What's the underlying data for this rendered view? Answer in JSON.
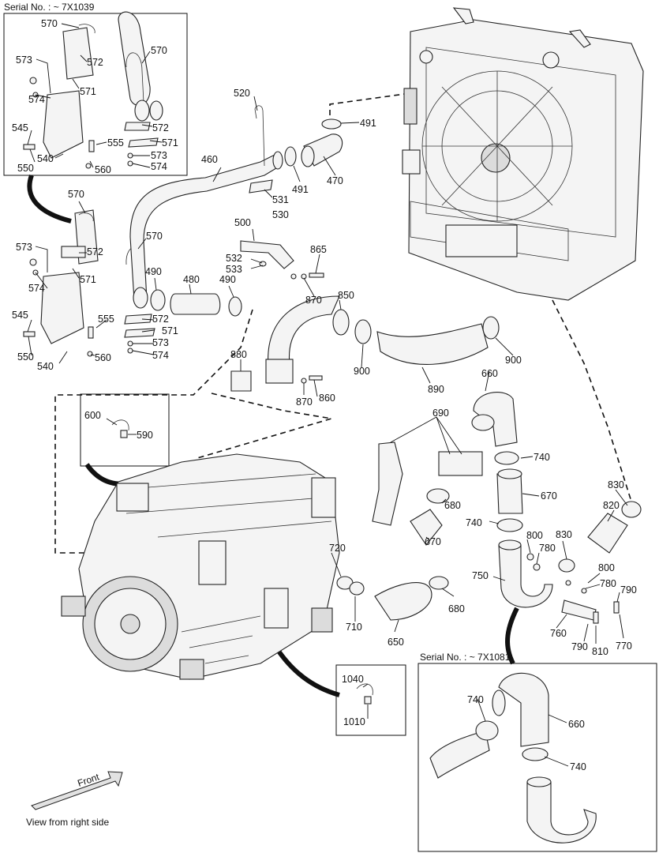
{
  "insets": {
    "top_left_serial": "Serial No. : ~ 7X1039",
    "bottom_right_serial": "Serial No. : ~ 7X1081"
  },
  "footer": {
    "front_label": "Front",
    "view_caption": "View from right side"
  },
  "part_numbers": [
    {
      "id": "p570a",
      "text": "570"
    },
    {
      "id": "p573a",
      "text": "573"
    },
    {
      "id": "p572a",
      "text": "572"
    },
    {
      "id": "p574a",
      "text": "574"
    },
    {
      "id": "p571a",
      "text": "571"
    },
    {
      "id": "p570b",
      "text": "570"
    },
    {
      "id": "p572b",
      "text": "572"
    },
    {
      "id": "p545a",
      "text": "545"
    },
    {
      "id": "p555a",
      "text": "555"
    },
    {
      "id": "p571b",
      "text": "571"
    },
    {
      "id": "p573b",
      "text": "573"
    },
    {
      "id": "p550a",
      "text": "550"
    },
    {
      "id": "p540a",
      "text": "540"
    },
    {
      "id": "p560a",
      "text": "560"
    },
    {
      "id": "p574b",
      "text": "574"
    },
    {
      "id": "p520",
      "text": "520"
    },
    {
      "id": "p491a",
      "text": "491"
    },
    {
      "id": "p460",
      "text": "460"
    },
    {
      "id": "p491b",
      "text": "491"
    },
    {
      "id": "p470",
      "text": "470"
    },
    {
      "id": "p531",
      "text": "531"
    },
    {
      "id": "p530",
      "text": "530"
    },
    {
      "id": "p570c",
      "text": "570"
    },
    {
      "id": "p500",
      "text": "500"
    },
    {
      "id": "p573c",
      "text": "573"
    },
    {
      "id": "p572c",
      "text": "572"
    },
    {
      "id": "p574c",
      "text": "574"
    },
    {
      "id": "p571c",
      "text": "571"
    },
    {
      "id": "p570d",
      "text": "570"
    },
    {
      "id": "p532",
      "text": "532"
    },
    {
      "id": "p533",
      "text": "533"
    },
    {
      "id": "p865",
      "text": "865"
    },
    {
      "id": "p490a",
      "text": "490"
    },
    {
      "id": "p480",
      "text": "480"
    },
    {
      "id": "p490b",
      "text": "490"
    },
    {
      "id": "p870a",
      "text": "870"
    },
    {
      "id": "p850",
      "text": "850"
    },
    {
      "id": "p545b",
      "text": "545"
    },
    {
      "id": "p555b",
      "text": "555"
    },
    {
      "id": "p572d",
      "text": "572"
    },
    {
      "id": "p571d",
      "text": "571"
    },
    {
      "id": "p573d",
      "text": "573"
    },
    {
      "id": "p574d",
      "text": "574"
    },
    {
      "id": "p550b",
      "text": "550"
    },
    {
      "id": "p540b",
      "text": "540"
    },
    {
      "id": "p560b",
      "text": "560"
    },
    {
      "id": "p880",
      "text": "880"
    },
    {
      "id": "p900a",
      "text": "900"
    },
    {
      "id": "p900b",
      "text": "900"
    },
    {
      "id": "p890",
      "text": "890"
    },
    {
      "id": "p870b",
      "text": "870"
    },
    {
      "id": "p860",
      "text": "860"
    },
    {
      "id": "p660a",
      "text": "660"
    },
    {
      "id": "p600",
      "text": "600"
    },
    {
      "id": "p590",
      "text": "590"
    },
    {
      "id": "p690",
      "text": "690"
    },
    {
      "id": "p740a",
      "text": "740"
    },
    {
      "id": "p830a",
      "text": "830"
    },
    {
      "id": "p670a",
      "text": "670"
    },
    {
      "id": "p680a",
      "text": "680"
    },
    {
      "id": "p820",
      "text": "820"
    },
    {
      "id": "p740b",
      "text": "740"
    },
    {
      "id": "p670b",
      "text": "670"
    },
    {
      "id": "p800a",
      "text": "800"
    },
    {
      "id": "p780a",
      "text": "780"
    },
    {
      "id": "p830b",
      "text": "830"
    },
    {
      "id": "p720",
      "text": "720"
    },
    {
      "id": "p750",
      "text": "750"
    },
    {
      "id": "p800b",
      "text": "800"
    },
    {
      "id": "p780b",
      "text": "780"
    },
    {
      "id": "p790a",
      "text": "790"
    },
    {
      "id": "p710",
      "text": "710"
    },
    {
      "id": "p680b",
      "text": "680"
    },
    {
      "id": "p760",
      "text": "760"
    },
    {
      "id": "p650",
      "text": "650"
    },
    {
      "id": "p790b",
      "text": "790"
    },
    {
      "id": "p810",
      "text": "810"
    },
    {
      "id": "p770",
      "text": "770"
    },
    {
      "id": "p1040",
      "text": "1040"
    },
    {
      "id": "p1010",
      "text": "1010"
    },
    {
      "id": "p740c",
      "text": "740"
    },
    {
      "id": "p660b",
      "text": "660"
    },
    {
      "id": "p740d",
      "text": "740"
    }
  ]
}
